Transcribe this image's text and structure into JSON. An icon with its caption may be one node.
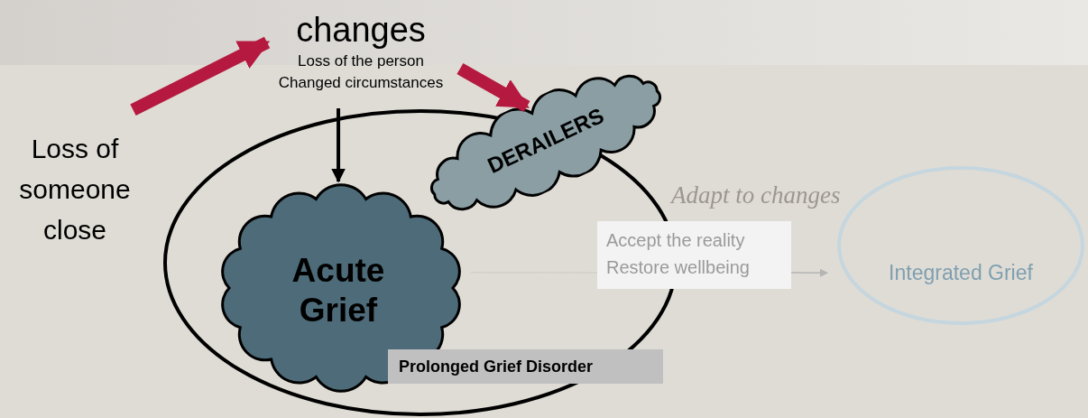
{
  "diagram": {
    "nodes": [
      {
        "text": [
          "Loss of someone close"
        ]
      },
      {
        "text": [
          "changes",
          "Loss of the person Changed circumstances"
        ]
      },
      {
        "text": [
          "Prolonged Grief Disorder"
        ]
      },
      {
        "text": [
          "Acute Grief"
        ]
      },
      {
        "text": [
          "DERAILERS"
        ]
      },
      {
        "text": [
          "Accept the reality Restore wellbeing"
        ]
      },
      {
        "text": [
          "Integrated Grief"
        ]
      }
    ],
    "edges": [
      {
        "from": 0,
        "to": 1,
        "arrow": "to",
        "style": "thick",
        "color": "#b5193f"
      },
      {
        "from": 1,
        "to": 4,
        "arrow": "to",
        "style": "thick",
        "color": "#b5193f"
      },
      {
        "from": 1,
        "to": 3,
        "arrow": "to",
        "color": "#000000"
      },
      {
        "from": 3,
        "to": 5,
        "arrow": "none",
        "color": "#d3d0c9"
      },
      {
        "from": 5,
        "to": 6,
        "arrow": "to",
        "color": "#b4b4b4"
      }
    ],
    "labels": [
      "Adapt to changes"
    ]
  }
}
